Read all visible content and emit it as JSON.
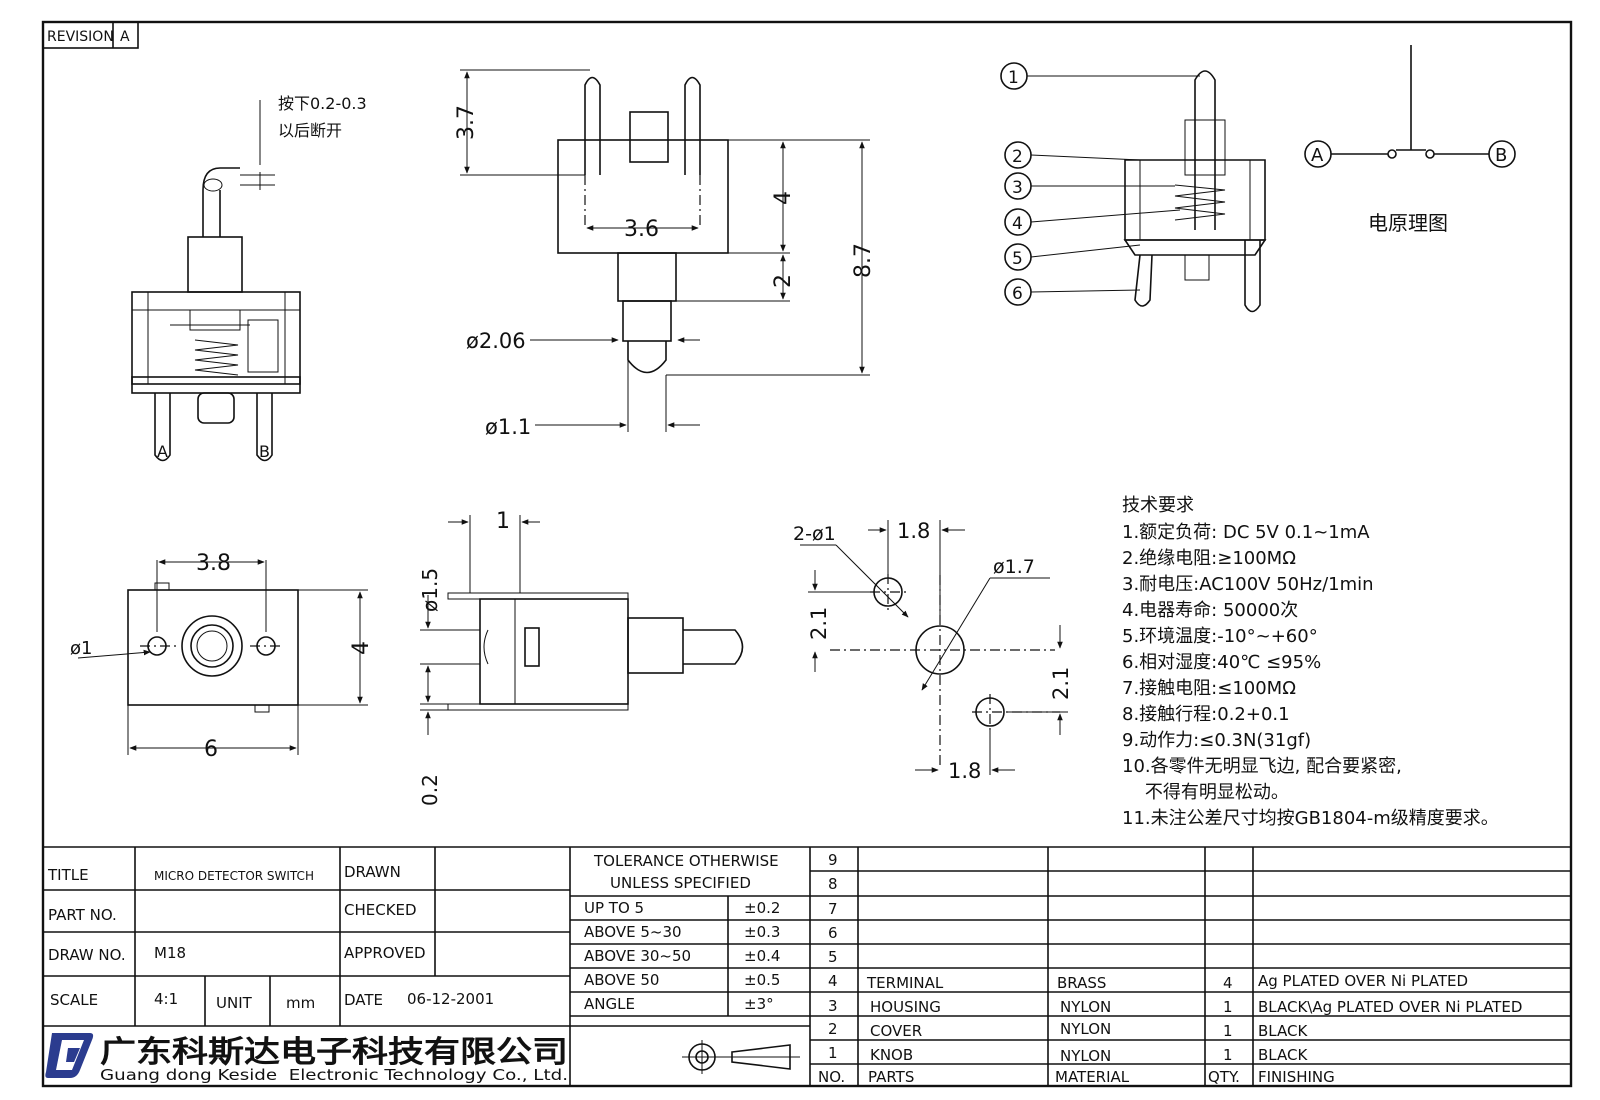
{
  "revision": {
    "label": "REVISION",
    "value": "A"
  },
  "side_view": {
    "press_note_line1": "按下0.2-0.3",
    "press_note_line2": "以后断开",
    "pin_a": "A",
    "pin_b": "B"
  },
  "front_view": {
    "dim_pin_height": "3.7",
    "dim_pin_spacing": "3.6",
    "dim_body_height": "4",
    "dim_knob_step": "2",
    "dim_total_height": "8.7",
    "dim_knob_dia": "ø2.06",
    "dim_tip_dia": "ø1.1"
  },
  "exploded_view": {
    "callouts": [
      "1",
      "2",
      "3",
      "4",
      "5",
      "6"
    ]
  },
  "schematic": {
    "node_a": "A",
    "node_b": "B",
    "caption": "电原理图"
  },
  "bottom_view": {
    "dim_hole_spacing": "3.8",
    "dim_hole_dia": "ø1",
    "dim_height": "4",
    "dim_width": "6"
  },
  "profile_view": {
    "dim_thickness": "1",
    "dim_diameter": "ø1.5",
    "dim_offset": "0.2"
  },
  "pcb_layout": {
    "dim_holes": "2-ø1",
    "dim_top_spacing": "1.8",
    "dim_center_hole": "ø1.7",
    "dim_left_offset": "2.1",
    "dim_right_offset": "2.1",
    "dim_bottom_spacing": "1.8"
  },
  "tech_requirements": {
    "heading": "技术要求",
    "items": [
      "1.额定负荷: DC 5V   0.1~1mA",
      "2.绝缘电阻:≥100MΩ",
      "3.耐电压:AC100V 50Hz/1min",
      "4.电器寿命: 50000次",
      "5.环境温度:-10°~+60°",
      "6.相对湿度:40℃   ≤95%",
      "7.接触电阻:≤100MΩ",
      "8.接触行程:0.2+0.1",
      "9.动作力:≤0.3N(31gf)",
      "10.各零件无明显飞边, 配合要紧密,",
      "    不得有明显松动。",
      "11.未注公差尺寸均按GB1804-m级精度要求。"
    ]
  },
  "title_block": {
    "title_label": "TITLE",
    "title_value": "MICRO DETECTOR SWITCH",
    "part_no_label": "PART NO.",
    "part_no_value": "",
    "draw_no_label": "DRAW NO.",
    "draw_no_value": "M18",
    "scale_label": "SCALE",
    "scale_value": "4:1",
    "unit_label": "UNIT",
    "unit_value": "mm",
    "drawn_label": "DRAWN",
    "checked_label": "CHECKED",
    "approved_label": "APPROVED",
    "date_label": "DATE",
    "date_value": "06-12-2001"
  },
  "tolerance": {
    "header_line1": "TOLERANCE OTHERWISE",
    "header_line2": "UNLESS SPECIFIED",
    "rows": [
      {
        "range": "UP TO 5",
        "value": "±0.2"
      },
      {
        "range": "ABOVE 5~30",
        "value": "±0.3"
      },
      {
        "range": "ABOVE 30~50",
        "value": "±0.4"
      },
      {
        "range": "ABOVE 50",
        "value": "±0.5"
      },
      {
        "range": "ANGLE",
        "value": "±3°"
      }
    ]
  },
  "bom": {
    "headers": {
      "no": "NO.",
      "parts": "PARTS",
      "material": "MATERIAL",
      "qty": "QTY.",
      "finishing": "FINISHING"
    },
    "rows": [
      {
        "no": "9",
        "part": "",
        "material": "",
        "qty": "",
        "finishing": ""
      },
      {
        "no": "8",
        "part": "",
        "material": "",
        "qty": "",
        "finishing": ""
      },
      {
        "no": "7",
        "part": "",
        "material": "",
        "qty": "",
        "finishing": ""
      },
      {
        "no": "6",
        "part": "",
        "material": "",
        "qty": "",
        "finishing": ""
      },
      {
        "no": "5",
        "part": "",
        "material": "",
        "qty": "",
        "finishing": ""
      },
      {
        "no": "4",
        "part": "TERMINAL",
        "material": "BRASS",
        "qty": "4",
        "finishing": "Ag PLATED OVER Ni PLATED"
      },
      {
        "no": "3",
        "part": "HOUSING",
        "material": "NYLON",
        "qty": "1",
        "finishing": "BLACK\\Ag PLATED OVER Ni PLATED"
      },
      {
        "no": "2",
        "part": "COVER",
        "material": "NYLON",
        "qty": "1",
        "finishing": "BLACK"
      },
      {
        "no": "1",
        "part": "KNOB",
        "material": "NYLON",
        "qty": "1",
        "finishing": "BLACK"
      }
    ]
  },
  "company": {
    "name_cn": "广东科斯达电子科技有限公司",
    "name_en": "Guang dong Keside  Electronic Technology Co., Ltd.",
    "logo_color": "#2b3c8f"
  }
}
